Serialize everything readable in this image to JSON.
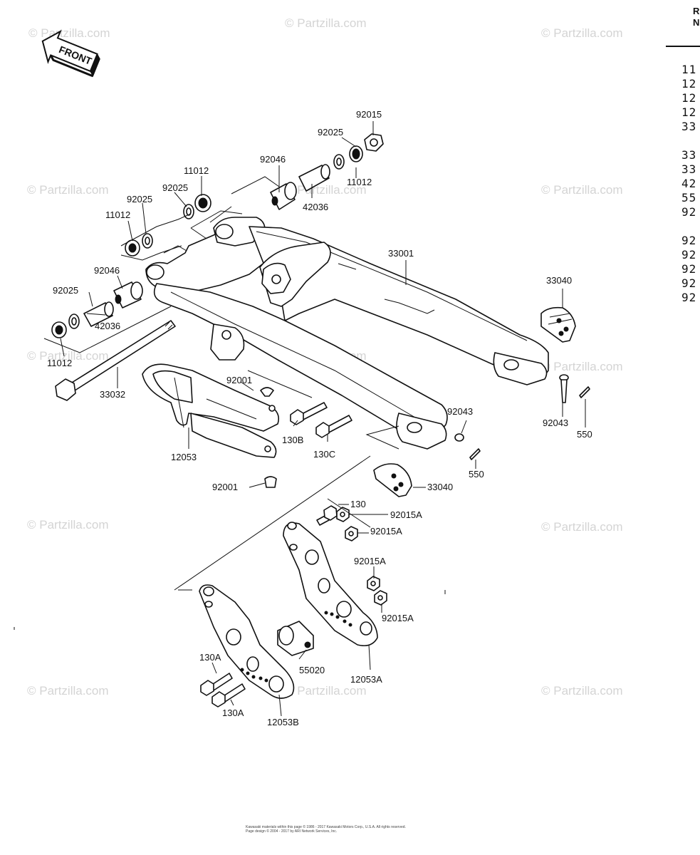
{
  "watermark": "© Partzilla.com",
  "front_label": "FRONT",
  "ref_column": {
    "header_line1": "R",
    "header_line2": "N",
    "numbers": [
      "11",
      "12",
      "12",
      "12",
      "33",
      "33",
      "33",
      "42",
      "55",
      "92",
      "92",
      "92",
      "92",
      "92",
      "92"
    ]
  },
  "callouts": {
    "c_92015_top": "92015",
    "c_92025_top": "92025",
    "c_92046_top": "92046",
    "c_11012_right": "11012",
    "c_42036_right": "42036",
    "c_11012_left_top": "11012",
    "c_92025_left_top": "92025",
    "c_92025_left_mid": "92025",
    "c_11012_left_mid": "11012",
    "c_92046_left": "92046",
    "c_92025_left_low": "92025",
    "c_42036_left": "42036",
    "c_11012_left_low": "11012",
    "c_33032": "33032",
    "c_33001": "33001",
    "c_33040_top": "33040",
    "c_92043_left": "92043",
    "c_92043_right": "92043",
    "c_550_right": "550",
    "c_550_mid": "550",
    "c_92001_top": "92001",
    "c_130b": "130B",
    "c_130c": "130C",
    "c_12053": "12053",
    "c_92001_bottom": "92001",
    "c_33040_bottom": "33040",
    "c_130": "130",
    "c_92015a_1": "92015A",
    "c_92015a_2": "92015A",
    "c_92015a_3": "92015A",
    "c_92015a_4": "92015A",
    "c_130a_1": "130A",
    "c_130a_2": "130A",
    "c_55020": "55020",
    "c_12053a": "12053A",
    "c_12053b": "12053B"
  },
  "copyright": {
    "line1": "Kawasaki materials within this page © 1986 - 2017 Kawasaki Motors Corp., U.S.A. All rights reserved.",
    "line2": "Page design © 2004 - 2017 by ARI Network Services, Inc."
  }
}
